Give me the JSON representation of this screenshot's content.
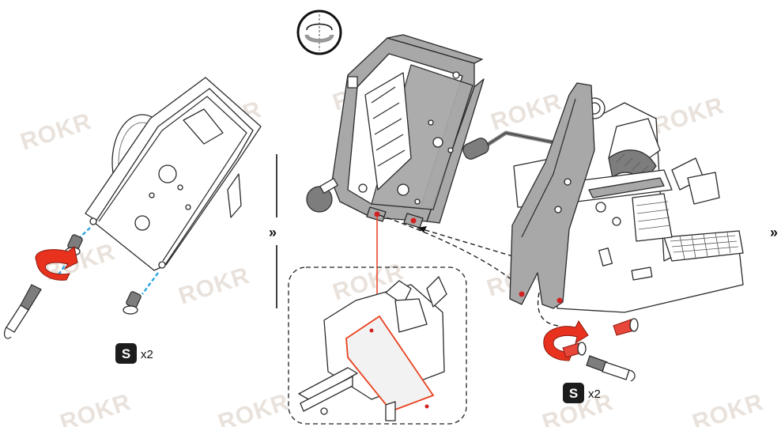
{
  "watermark": {
    "text": "ROKR"
  },
  "steps": {
    "step_left": {
      "screw_label": "S",
      "quantity": "x2"
    },
    "step_right": {
      "screw_label": "S",
      "quantity": "x2"
    }
  },
  "separator": {
    "glyph": "»"
  },
  "colors": {
    "accent_red": "#e8321e",
    "guide_blue": "#2aa6e8",
    "part_grey": "#a8a8a8",
    "badge_black": "#1c1c1c"
  }
}
